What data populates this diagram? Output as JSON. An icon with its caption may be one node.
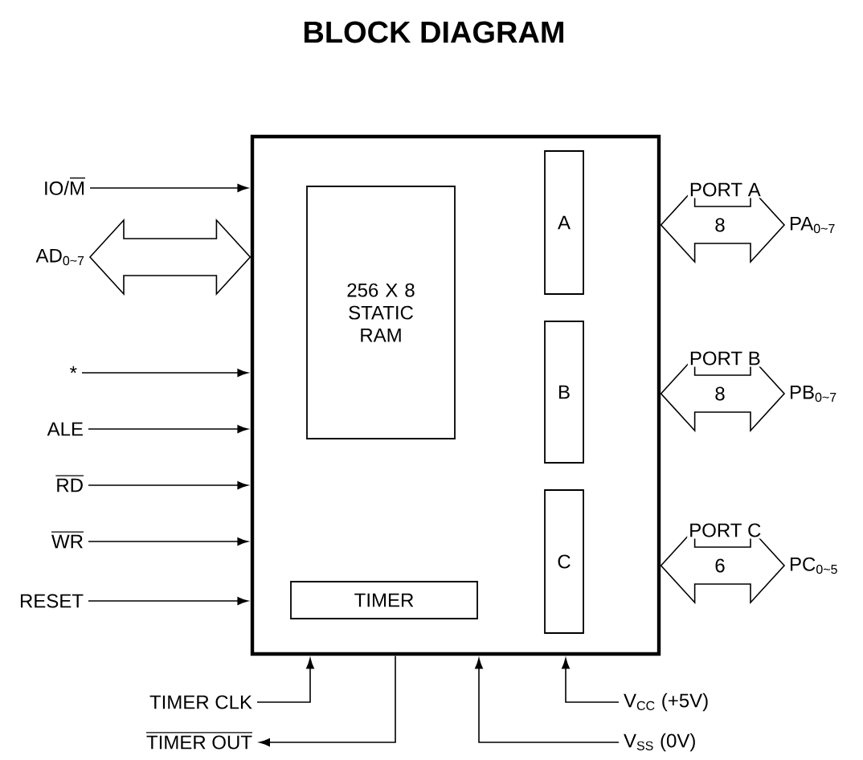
{
  "diagram": {
    "title": "BLOCK DIAGRAM",
    "nodes": [
      {
        "text": [],
        "shape": "box"
      },
      {
        "text": [
          "256 X 8 STATIC RAM"
        ],
        "in": 0
      },
      {
        "text": [
          "A"
        ],
        "in": 0
      },
      {
        "text": [
          "B"
        ],
        "in": 0
      },
      {
        "text": [
          "C"
        ],
        "in": 0
      },
      {
        "text": [
          "TIMER"
        ],
        "in": 0
      },
      {
        "text": [
          "IO/M"
        ]
      },
      {
        "text": [
          "AD$_{0~7}$"
        ]
      },
      {
        "text": [
          "*"
        ]
      },
      {
        "text": [
          "ALE"
        ]
      },
      {
        "text": [
          "RD"
        ]
      },
      {
        "text": [
          "WR"
        ]
      },
      {
        "text": [
          "RESET"
        ]
      },
      {
        "text": [
          "PA$_{0~7}$"
        ]
      },
      {
        "text": [
          "PB$_{0~7}$"
        ]
      },
      {
        "text": [
          "PC$_{0~5}$"
        ]
      },
      {
        "text": [
          "TIMER CLK"
        ]
      },
      {
        "text": [
          "TIMER OUT"
        ]
      },
      {
        "text": [
          "V$_{CC}$ (+5V)"
        ]
      },
      {
        "text": [
          "V$_{SS}$ (0V)"
        ]
      }
    ],
    "edges": [
      {
        "from": 6,
        "to": 0,
        "arrow": "to"
      },
      {
        "from": 7,
        "to": 0,
        "arrow": "both",
        "style": "thick"
      },
      {
        "from": 8,
        "to": 0,
        "arrow": "to"
      },
      {
        "from": 9,
        "to": 0,
        "arrow": "to"
      },
      {
        "from": 10,
        "to": 0,
        "arrow": "to"
      },
      {
        "from": 11,
        "to": 0,
        "arrow": "to"
      },
      {
        "from": 12,
        "to": 0,
        "arrow": "to"
      },
      {
        "from": 0,
        "to": 13,
        "arrow": "both",
        "style": "thick",
        "label": "PORT A"
      },
      {
        "from": 0,
        "to": 14,
        "arrow": "both",
        "style": "thick",
        "label": "PORT B"
      },
      {
        "from": 0,
        "to": 15,
        "arrow": "both",
        "style": "thick",
        "label": "PORT C"
      },
      {
        "from": 16,
        "to": 0,
        "arrow": "to"
      },
      {
        "from": 0,
        "to": 17,
        "arrow": "to"
      },
      {
        "from": 18,
        "to": 0,
        "arrow": "to"
      },
      {
        "from": 19,
        "to": 0,
        "arrow": "to"
      }
    ],
    "labels": [
      "8",
      "8",
      "6"
    ]
  }
}
